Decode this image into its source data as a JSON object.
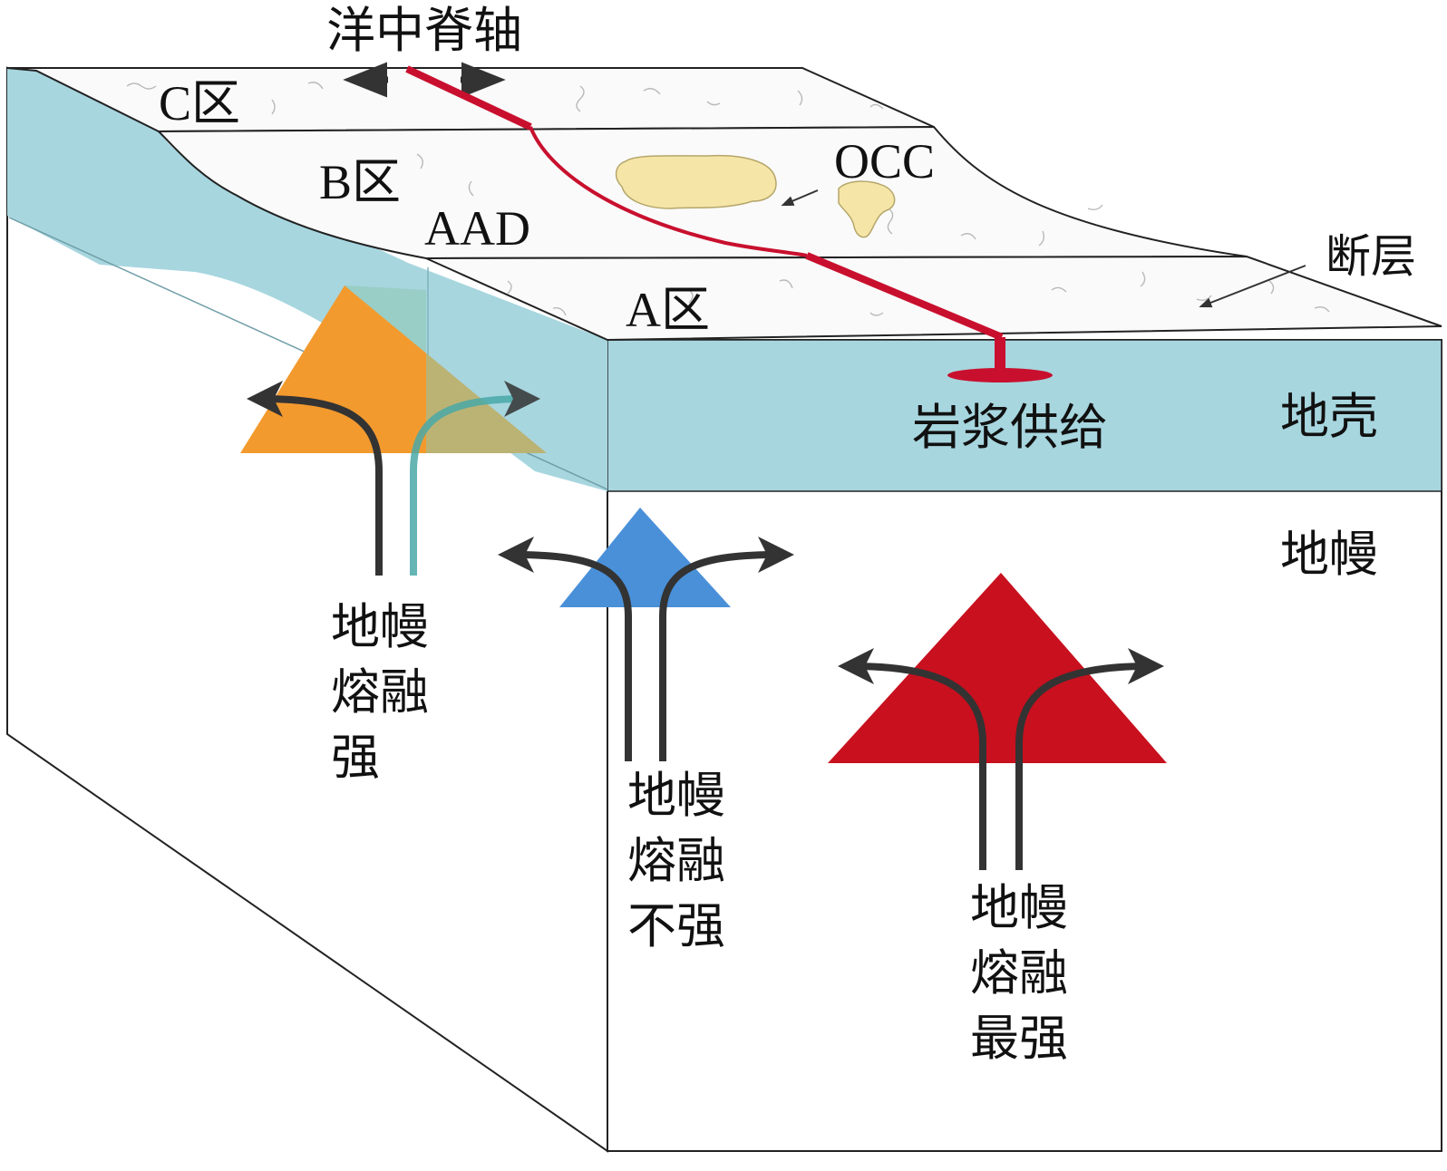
{
  "labels": {
    "ridge_axis": "洋中脊轴",
    "zone_c": "C区",
    "zone_b": "B区",
    "aad": "AAD",
    "occ": "OCC",
    "zone_a": "A区",
    "fault": "断层",
    "magma_supply": "岩浆供给",
    "crust": "地壳",
    "mantle": "地幔",
    "melt_strong": [
      "地幔",
      "熔融",
      "强"
    ],
    "melt_weak": [
      "地幔",
      "熔融",
      "不强"
    ],
    "melt_strongest": [
      "地幔",
      "熔融",
      "最强"
    ]
  },
  "colors": {
    "crust": "#a7d6df",
    "seafloor": "#fafafa",
    "ridge": "#c8102e",
    "occ": "#f5e6a8",
    "melt_strong": "#f39a2e",
    "melt_weak": "#4a90d9",
    "melt_strongest": "#c8101e",
    "flow_arrow": "#333333"
  }
}
